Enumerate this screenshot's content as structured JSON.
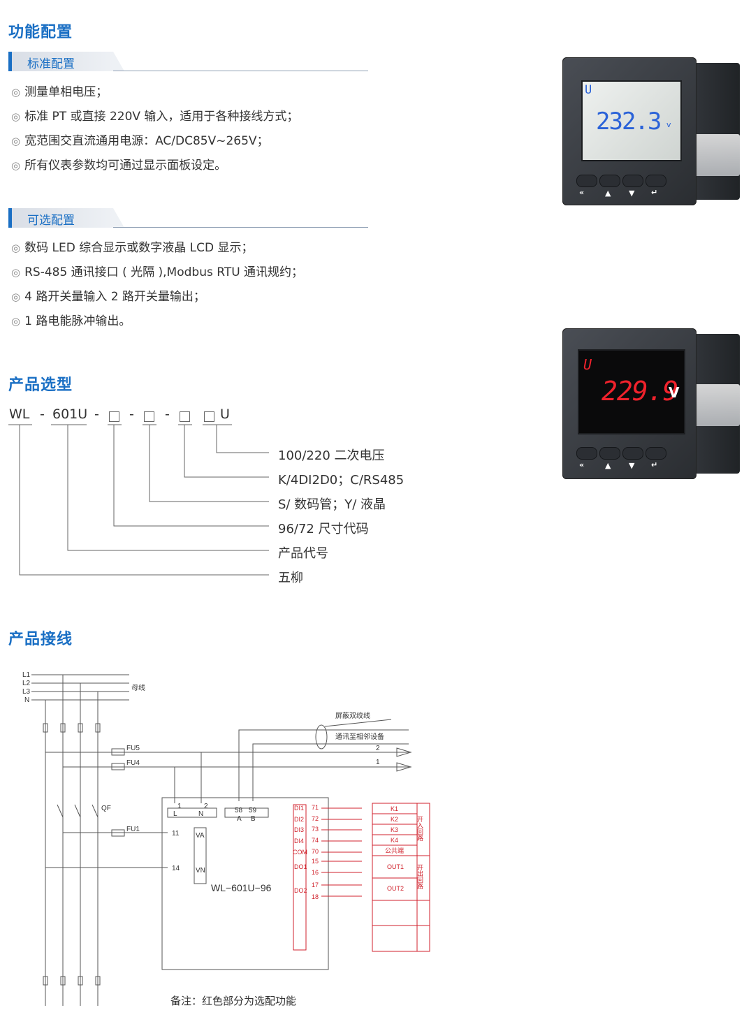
{
  "sections": {
    "features_title": "功能配置",
    "selection_title": "产品选型",
    "wiring_title": "产品接线"
  },
  "standard": {
    "header": "标准配置",
    "items": [
      "测量单相电压；",
      "标准 PT 或直接 220V 输入，适用于各种接线方式；",
      "宽范围交直流通用电源：AC/DC85V~265V；",
      "所有仪表参数均可通过显示面板设定。"
    ]
  },
  "optional": {
    "header": "可选配置",
    "items": [
      "数码 LED 综合显示或数字液晶 LCD 显示；",
      "RS-485 通讯接口 ( 光隔 ),Modbus RTU 通讯规约；",
      "4 路开关量输入 2 路开关量输出；",
      "1 路电能脉冲输出。"
    ]
  },
  "bullet_mark": "◎",
  "model_code": {
    "prefix": "WL",
    "dash": "-",
    "model": "601U",
    "suffix": "U",
    "labels": [
      "100/220 二次电压",
      "K/4DI2D0；C/RS485",
      "S/ 数码管；Y/ 液晶",
      "96/72 尺寸代码",
      "产品代号",
      "五柳"
    ]
  },
  "devices": {
    "lcd_unit": "U",
    "lcd_value": "232.3",
    "lcd_v": "v",
    "led_unit": "U",
    "led_value": "229.9",
    "led_v": "V",
    "button_symbols": [
      "«",
      "▲",
      "▼",
      "↵"
    ]
  },
  "wiring": {
    "lines": [
      "L1",
      "L2",
      "L3",
      "N"
    ],
    "bus": "母线",
    "shield": "屏蔽双绞线",
    "comm": "通讯至相邻设备",
    "num2": "2",
    "num1": "1",
    "fu5": "FU5",
    "fu4": "FU4",
    "fu1": "FU1",
    "qf": "QF",
    "t1": "1",
    "t2": "2",
    "tL": "L",
    "tN": "N",
    "t58": "58",
    "t59": "59",
    "tA": "A",
    "tB": "B",
    "t11": "11",
    "t14": "14",
    "va": "VA",
    "vn": "VN",
    "model": "WL−601U−96",
    "di_labels": [
      "DI1",
      "DI2",
      "DI3",
      "DI4",
      "COM",
      "DO1",
      "DO2"
    ],
    "di_nums": [
      "71",
      "72",
      "73",
      "74",
      "70",
      "15",
      "16",
      "17",
      "18"
    ],
    "k_labels": [
      "K1",
      "K2",
      "K3",
      "K4",
      "公共端",
      "OUT1",
      "OUT2"
    ],
    "in_group": "开入回路",
    "out_group": "开出回路"
  },
  "note": "备注：红色部分为选配功能"
}
